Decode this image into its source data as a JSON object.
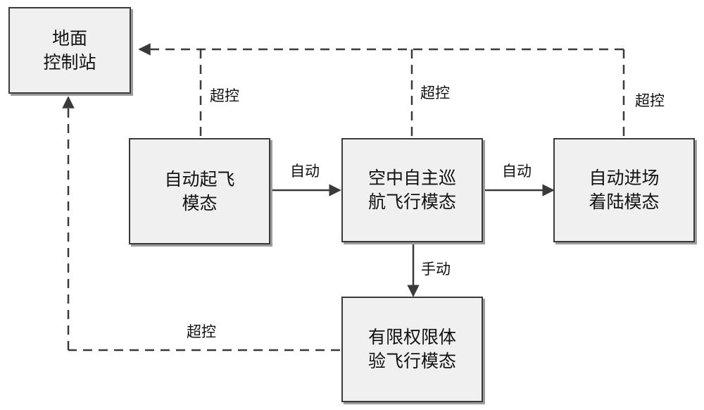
{
  "nodes": {
    "ground_station": {
      "line1": "地面",
      "line2": "控制站"
    },
    "auto_takeoff": {
      "line1": "自动起飞",
      "line2": "模态"
    },
    "cruise": {
      "line1": "空中自主巡",
      "line2": "航飞行模态"
    },
    "auto_landing": {
      "line1": "自动进场",
      "line2": "着陆模态"
    },
    "limited_authority": {
      "line1": "有限权限体",
      "line2": "验飞行模态"
    }
  },
  "edges": {
    "takeoff_to_cruise": "自动",
    "cruise_to_landing": "自动",
    "cruise_to_limited": "手动",
    "override_takeoff": "超控",
    "override_cruise": "超控",
    "override_landing": "超控",
    "override_limited": "超控"
  },
  "colors": {
    "box_fill": "#f0f0f0",
    "box_border": "#3a3a3a",
    "line": "#3a3a3a",
    "shadow": "#9c9c9c"
  }
}
